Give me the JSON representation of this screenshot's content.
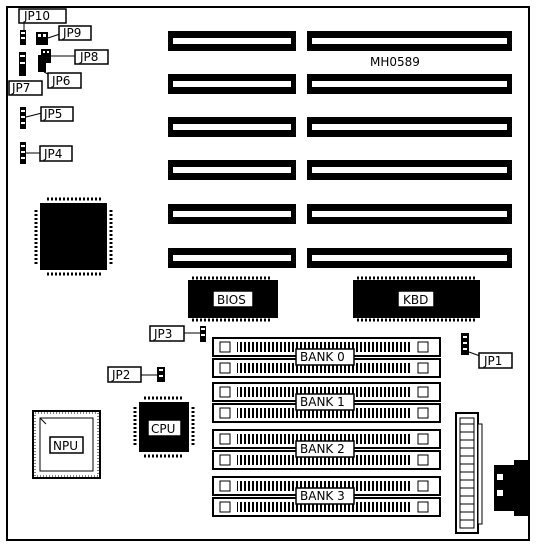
{
  "diagram": {
    "board_id": "MH0589",
    "labels": {
      "jp1": "JP1",
      "jp2": "JP2",
      "jp3": "JP3",
      "jp4": "JP4",
      "jp5": "JP5",
      "jp6": "JP6",
      "jp7": "JP7",
      "jp8": "JP8",
      "jp9": "JP9",
      "jp10": "JP10",
      "bios": "BIOS",
      "kbd": "KBD",
      "cpu": "CPU",
      "npu": "NPU",
      "bank0": "BANK 0",
      "bank1": "BANK 1",
      "bank2": "BANK 2",
      "bank3": "BANK 3"
    }
  }
}
